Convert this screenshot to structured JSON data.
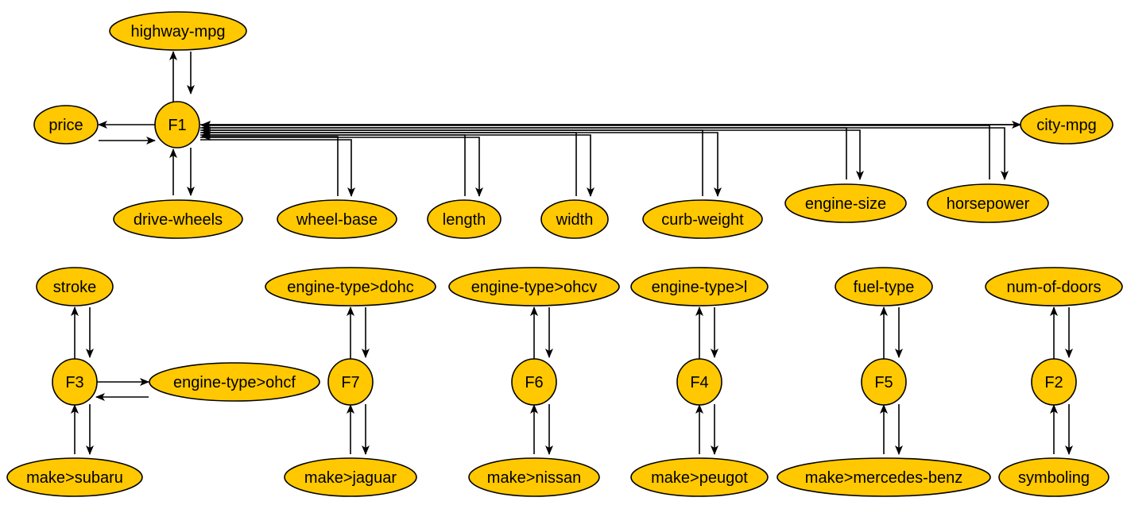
{
  "diagram": {
    "nodes": [
      {
        "id": "highway-mpg",
        "label": "highway-mpg"
      },
      {
        "id": "price",
        "label": "price"
      },
      {
        "id": "F1",
        "label": "F1"
      },
      {
        "id": "city-mpg",
        "label": "city-mpg"
      },
      {
        "id": "drive-wheels",
        "label": "drive-wheels"
      },
      {
        "id": "wheel-base",
        "label": "wheel-base"
      },
      {
        "id": "length",
        "label": "length"
      },
      {
        "id": "width",
        "label": "width"
      },
      {
        "id": "curb-weight",
        "label": "curb-weight"
      },
      {
        "id": "engine-size",
        "label": "engine-size"
      },
      {
        "id": "horsepower",
        "label": "horsepower"
      },
      {
        "id": "stroke",
        "label": "stroke"
      },
      {
        "id": "F3",
        "label": "F3"
      },
      {
        "id": "engine-type-ohcf",
        "label": "engine-type>ohcf"
      },
      {
        "id": "make-subaru",
        "label": "make>subaru"
      },
      {
        "id": "engine-type-dohc",
        "label": "engine-type>dohc"
      },
      {
        "id": "F7",
        "label": "F7"
      },
      {
        "id": "make-jaguar",
        "label": "make>jaguar"
      },
      {
        "id": "engine-type-ohcv",
        "label": "engine-type>ohcv"
      },
      {
        "id": "F6",
        "label": "F6"
      },
      {
        "id": "make-nissan",
        "label": "make>nissan"
      },
      {
        "id": "engine-type-l",
        "label": "engine-type>l"
      },
      {
        "id": "F4",
        "label": "F4"
      },
      {
        "id": "make-peugot",
        "label": "make>peugot"
      },
      {
        "id": "fuel-type",
        "label": "fuel-type"
      },
      {
        "id": "F5",
        "label": "F5"
      },
      {
        "id": "make-mercedes-benz",
        "label": "make>mercedes-benz"
      },
      {
        "id": "num-of-doors",
        "label": "num-of-doors"
      },
      {
        "id": "F2",
        "label": "F2"
      },
      {
        "id": "symboling",
        "label": "symboling"
      }
    ],
    "edges": [
      {
        "from": "F1",
        "to": "highway-mpg"
      },
      {
        "from": "highway-mpg",
        "to": "F1"
      },
      {
        "from": "F1",
        "to": "price"
      },
      {
        "from": "price",
        "to": "F1"
      },
      {
        "from": "F1",
        "to": "drive-wheels"
      },
      {
        "from": "drive-wheels",
        "to": "F1"
      },
      {
        "from": "F1",
        "to": "city-mpg"
      },
      {
        "from": "city-mpg",
        "to": "F1"
      },
      {
        "from": "F1",
        "to": "wheel-base"
      },
      {
        "from": "wheel-base",
        "to": "F1"
      },
      {
        "from": "F1",
        "to": "length"
      },
      {
        "from": "length",
        "to": "F1"
      },
      {
        "from": "F1",
        "to": "width"
      },
      {
        "from": "width",
        "to": "F1"
      },
      {
        "from": "F1",
        "to": "curb-weight"
      },
      {
        "from": "curb-weight",
        "to": "F1"
      },
      {
        "from": "F1",
        "to": "engine-size"
      },
      {
        "from": "engine-size",
        "to": "F1"
      },
      {
        "from": "F1",
        "to": "horsepower"
      },
      {
        "from": "horsepower",
        "to": "F1"
      },
      {
        "from": "F3",
        "to": "stroke"
      },
      {
        "from": "stroke",
        "to": "F3"
      },
      {
        "from": "F3",
        "to": "engine-type-ohcf"
      },
      {
        "from": "engine-type-ohcf",
        "to": "F3"
      },
      {
        "from": "F3",
        "to": "make-subaru"
      },
      {
        "from": "make-subaru",
        "to": "F3"
      },
      {
        "from": "F7",
        "to": "engine-type-dohc"
      },
      {
        "from": "engine-type-dohc",
        "to": "F7"
      },
      {
        "from": "F7",
        "to": "make-jaguar"
      },
      {
        "from": "make-jaguar",
        "to": "F7"
      },
      {
        "from": "F6",
        "to": "engine-type-ohcv"
      },
      {
        "from": "engine-type-ohcv",
        "to": "F6"
      },
      {
        "from": "F6",
        "to": "make-nissan"
      },
      {
        "from": "make-nissan",
        "to": "F6"
      },
      {
        "from": "F4",
        "to": "engine-type-l"
      },
      {
        "from": "engine-type-l",
        "to": "F4"
      },
      {
        "from": "F4",
        "to": "make-peugot"
      },
      {
        "from": "make-peugot",
        "to": "F4"
      },
      {
        "from": "F5",
        "to": "fuel-type"
      },
      {
        "from": "fuel-type",
        "to": "F5"
      },
      {
        "from": "F5",
        "to": "make-mercedes-benz"
      },
      {
        "from": "make-mercedes-benz",
        "to": "F5"
      },
      {
        "from": "F2",
        "to": "num-of-doors"
      },
      {
        "from": "num-of-doors",
        "to": "F2"
      },
      {
        "from": "F2",
        "to": "symboling"
      },
      {
        "from": "symboling",
        "to": "F2"
      }
    ],
    "colors": {
      "node_fill": "#FFC800",
      "stroke": "#000000"
    }
  }
}
